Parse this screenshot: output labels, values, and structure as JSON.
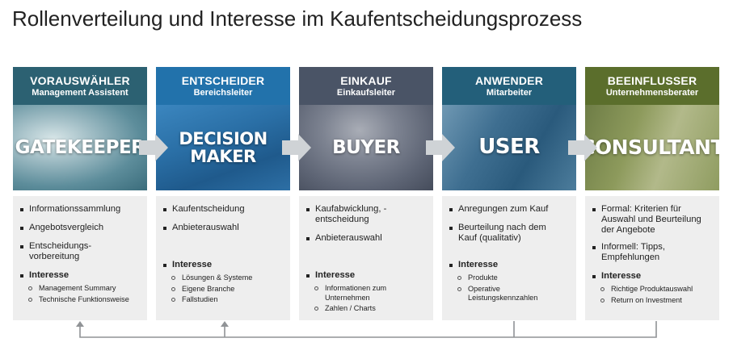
{
  "title": "Rollenverteilung und Interesse im Kaufentscheidungsprozess",
  "interest_label": "Interesse",
  "colors": {
    "col1": "#2c6172",
    "col2": "#2272ab",
    "col3": "#4a5466",
    "col4": "#235f7a",
    "col5": "#5b6e2c",
    "arrow": "#cfd3d6",
    "panel": "#eeeeee",
    "line": "#909396"
  },
  "columns": [
    {
      "role": "VORAUSWÄHLER",
      "subtitle": "Management Assistent",
      "image_text": "GATEKEEPER",
      "items": [
        "Informationssammlung",
        "Angebotsvergleich",
        "Entscheidungs-vorbereitung"
      ],
      "interests": [
        "Management Summary",
        "Technische Funktionsweise"
      ]
    },
    {
      "role": "ENTSCHEIDER",
      "subtitle": "Bereichsleiter",
      "image_text": "DECISION MAKER",
      "items": [
        "Kaufentscheidung",
        "Anbieterauswahl"
      ],
      "interests": [
        "Lösungen & Systeme",
        "Eigene Branche",
        "Fallstudien"
      ]
    },
    {
      "role": "EINKAUF",
      "subtitle": "Einkaufsleiter",
      "image_text": "BUYER",
      "items": [
        "Kaufabwicklung, -entscheidung",
        "Anbieterauswahl"
      ],
      "interests": [
        "Informationen zum Unternehmen",
        "Zahlen / Charts"
      ]
    },
    {
      "role": "ANWENDER",
      "subtitle": "Mitarbeiter",
      "image_text": "USER",
      "items": [
        "Anregungen zum Kauf",
        "Beurteilung nach dem Kauf (qualitativ)"
      ],
      "interests": [
        "Produkte",
        "Operative Leistungskennzahlen"
      ]
    },
    {
      "role": "BEEINFLUSSER",
      "subtitle": "Unternehmensberater",
      "image_text": "CONSULTANT",
      "items": [
        "Formal: Kriterien für Auswahl und Beurteilung der Angebote",
        "Informell: Tipps, Empfehlungen"
      ],
      "interests": [
        "Richtige Produktauswahl",
        "Return on Investment"
      ]
    }
  ]
}
